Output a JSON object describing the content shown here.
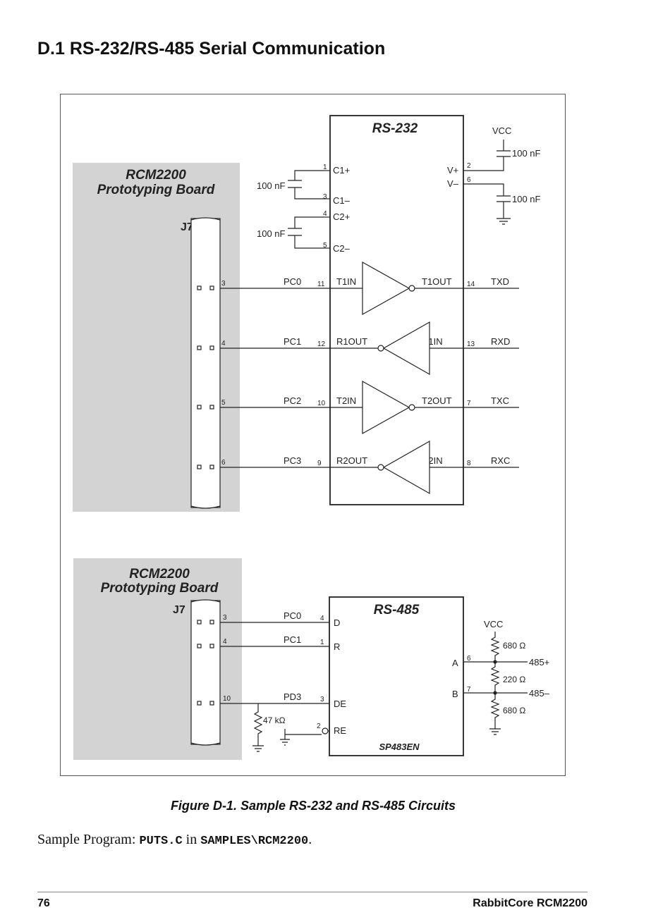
{
  "heading": "D.1  RS-232/RS-485 Serial Communication",
  "top": {
    "board_title_1": "RCM2200",
    "board_title_2": "Prototyping Board",
    "connector": "J7",
    "chip": "RS-232",
    "vcc": "VCC",
    "cap_vplus": "100 nF",
    "cap_vminus": "100 nF",
    "cap_c1": "100 nF",
    "cap_c2": "100 nF",
    "pin_1": "1",
    "pin_3": "3",
    "pin_4": "4",
    "pin_5": "5",
    "pin_2": "2",
    "pin_6": "6",
    "c1p": "C1+",
    "c1m": "C1–",
    "c2p": "C2+",
    "c2m": "C2–",
    "vplus": "V+",
    "vminus": "V–",
    "rows": [
      {
        "jpin": "3",
        "sig": "PC0",
        "cpin": "11",
        "in": "T1IN",
        "out": "T1OUT",
        "opin": "14",
        "ext": "TXD"
      },
      {
        "jpin": "4",
        "sig": "PC1",
        "cpin": "12",
        "in": "R1OUT",
        "out": "R1IN",
        "opin": "13",
        "ext": "RXD"
      },
      {
        "jpin": "5",
        "sig": "PC2",
        "cpin": "10",
        "in": "T2IN",
        "out": "T2OUT",
        "opin": "7",
        "ext": "TXC"
      },
      {
        "jpin": "6",
        "sig": "PC3",
        "cpin": "9",
        "in": "R2OUT",
        "out": "R2IN",
        "opin": "8",
        "ext": "RXC"
      }
    ]
  },
  "bottom": {
    "board_title_1": "RCM2200",
    "board_title_2": "Prototyping Board",
    "connector": "J7",
    "chip": "RS-485",
    "part": "SP483EN",
    "vcc": "VCC",
    "pin_a": "A",
    "pin_b": "B",
    "pinnum_a": "6",
    "pinnum_b": "7",
    "r_top": "680 Ω",
    "r_mid": "220 Ω",
    "r_bot": "680 Ω",
    "out_plus": "485+",
    "out_minus": "485–",
    "pull": "47 kΩ",
    "rows": [
      {
        "jpin": "3",
        "sig": "PC0",
        "cpin": "4",
        "name": "D"
      },
      {
        "jpin": "4",
        "sig": "PC1",
        "cpin": "1",
        "name": "R"
      },
      {
        "jpin": "10",
        "sig": "PD3",
        "cpin": "3",
        "name": "DE"
      }
    ],
    "re_pin": "2",
    "re_name": "RE"
  },
  "caption": "Figure D-1.  Sample RS-232 and RS-485 Circuits",
  "sample": {
    "prefix": "Sample Program: ",
    "file": "PUTS.C",
    "mid": " in ",
    "dir": "SAMPLES\\RCM2200",
    "end": "."
  },
  "footer": {
    "page": "76",
    "title": "RabbitCore RCM2200"
  }
}
